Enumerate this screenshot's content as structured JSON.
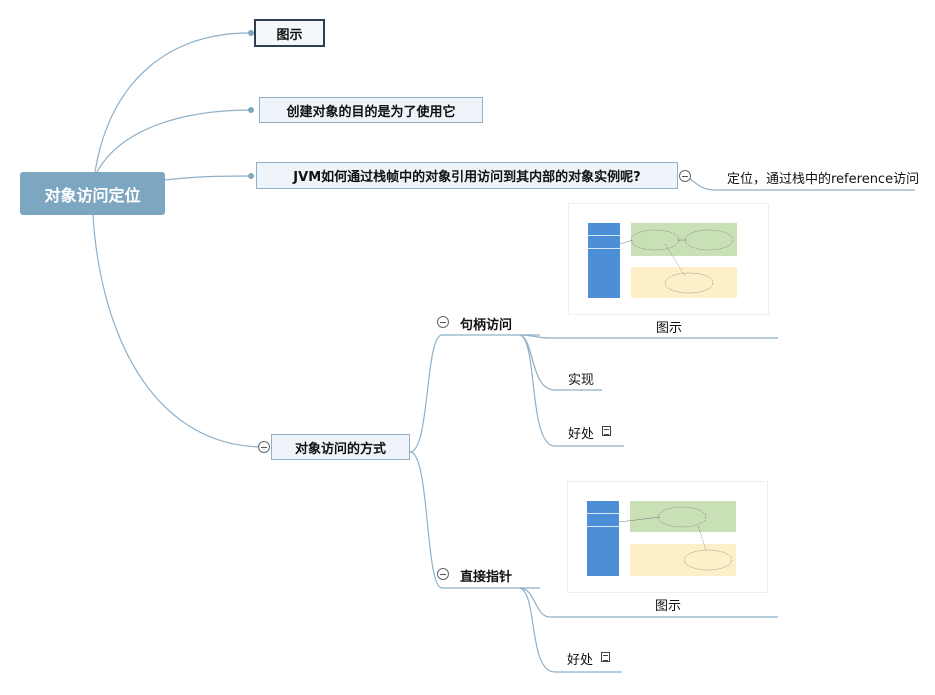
{
  "root": {
    "label": "对象访问定位"
  },
  "branches": {
    "figure_top": {
      "label": "图示"
    },
    "purpose": {
      "label": "创建对象的目的是为了使用它"
    },
    "question": {
      "label": "JVM如何通过栈帧中的对象引用访问到其内部的对象实例呢?",
      "answer": "定位，通过栈中的reference访问"
    },
    "methods": {
      "label": "对象访问的方式",
      "handle": {
        "label": "句柄访问",
        "figure_label": "图示",
        "impl_label": "实现",
        "benefit_label": "好处"
      },
      "direct": {
        "label": "直接指针",
        "figure_label": "图示",
        "benefit_label": "好处"
      }
    }
  },
  "colors": {
    "root_fill": "#7da6c0",
    "branch_line": "#8fb0c8",
    "stack_blue": "#4c8fd6",
    "heap_green": "#c9dfb6",
    "heap_yellow": "#fdf0c8"
  }
}
